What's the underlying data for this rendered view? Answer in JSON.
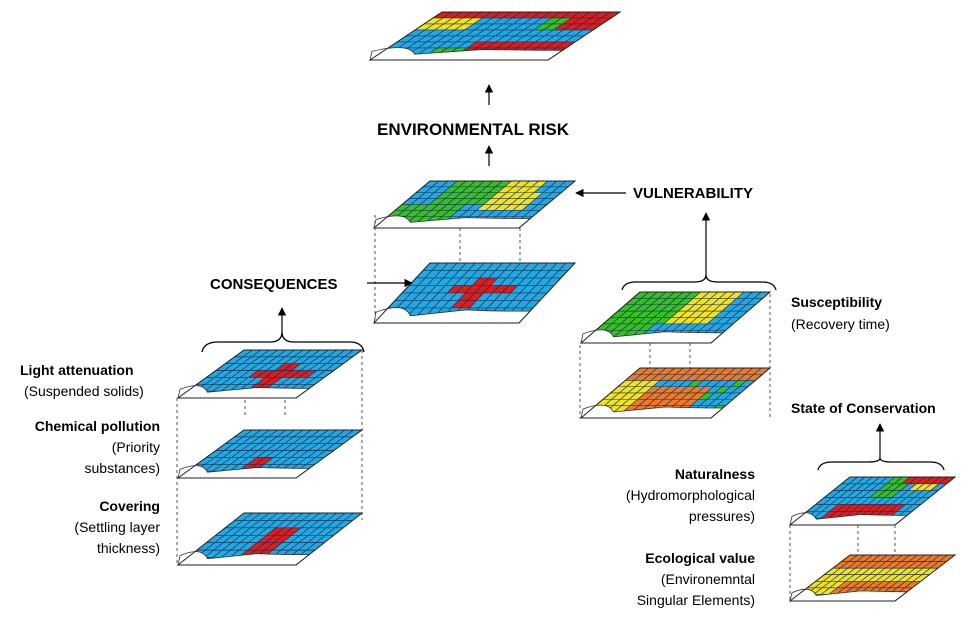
{
  "colors": {
    "water": "#21a9e1",
    "high": "#e01b1b",
    "medium": "#f2e41b",
    "low": "#34c21e",
    "orange": "#f07a24",
    "land": "#ffffff",
    "grid": "#1a2d57"
  },
  "labels": {
    "risk": "ENVIRONMENTAL RISK",
    "vulnerability": "VULNERABILITY",
    "consequences": "CONSEQUENCES",
    "susceptibility": {
      "title": "Susceptibility",
      "sub": "(Recovery time)"
    },
    "conservation": "State of Conservation",
    "light": {
      "title": "Light attenuation",
      "sub": "(Suspended solids)"
    },
    "chemical": {
      "title": "Chemical pollution",
      "sub1": "(Priority",
      "sub2": "substances)"
    },
    "covering": {
      "title": "Covering",
      "sub1": "(Settling layer",
      "sub2": "thickness)"
    },
    "naturalness": {
      "title": "Naturalness",
      "sub1": "(Hydromorphological",
      "sub2": "pressures)"
    },
    "ecological": {
      "title": "Ecological value",
      "sub1": "(Environemntal",
      "sub2": "Singular Elements)"
    }
  },
  "layers": [
    {
      "id": "risk",
      "pattern": "risk"
    },
    {
      "id": "vulnerability",
      "pattern": "vuln"
    },
    {
      "id": "consequences",
      "pattern": "cons"
    },
    {
      "id": "susceptibility",
      "pattern": "susc"
    },
    {
      "id": "recovery-base",
      "pattern": "orange"
    },
    {
      "id": "light",
      "pattern": "cons"
    },
    {
      "id": "chemical",
      "pattern": "chem"
    },
    {
      "id": "covering",
      "pattern": "cover"
    },
    {
      "id": "naturalness",
      "pattern": "nat"
    },
    {
      "id": "ecological",
      "pattern": "eco"
    }
  ]
}
